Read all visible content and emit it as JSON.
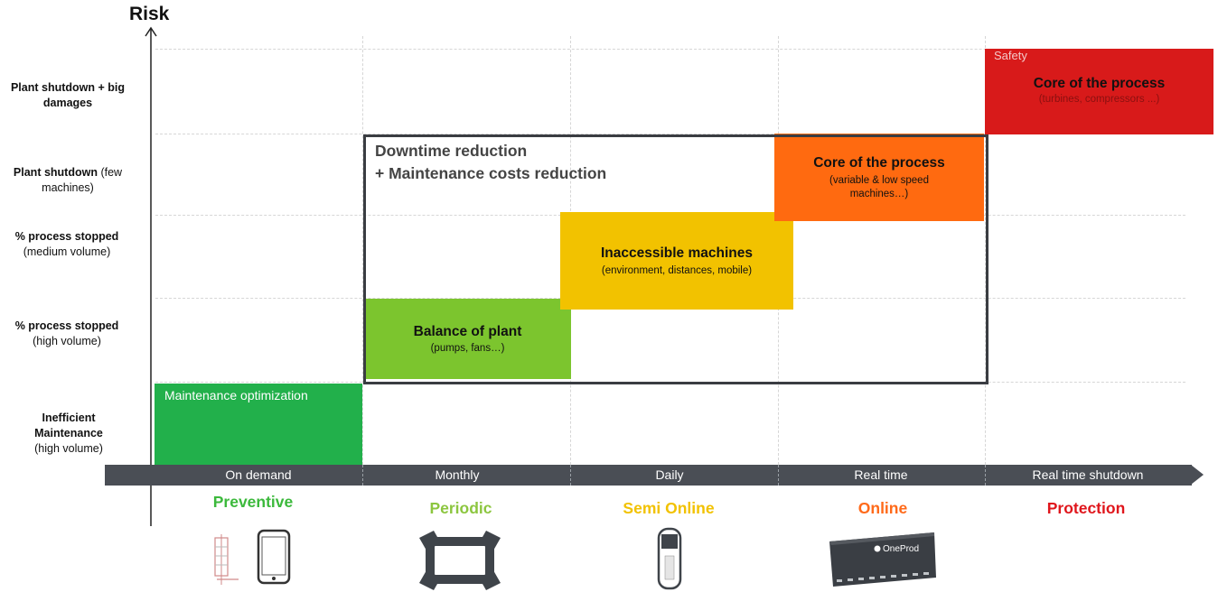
{
  "axis_title": "Risk",
  "risk_levels": [
    {
      "bold": "Plant shutdown + big damages",
      "normal": ""
    },
    {
      "bold": "Plant shutdown",
      "normal": " (few machines)"
    },
    {
      "bold": "% process stopped",
      "normal": "(medium volume)"
    },
    {
      "bold": "% process stopped",
      "normal": "(high volume)"
    },
    {
      "bold": "Inefficient Maintenance",
      "normal": "(high volume)"
    }
  ],
  "frequencies": [
    "On demand",
    "Monthly",
    "Daily",
    "Real time",
    "Real time shutdown"
  ],
  "categories": [
    {
      "label": "Preventive",
      "color": "#3cb93c"
    },
    {
      "label": "Periodic",
      "color": "#8cc63f"
    },
    {
      "label": "Semi Online",
      "color": "#f2c200"
    },
    {
      "label": "Online",
      "color": "#ff6a1a"
    },
    {
      "label": "Protection",
      "color": "#e0161c"
    }
  ],
  "blocks": {
    "maintenance": {
      "title": "Maintenance  optimization",
      "color": "#22b04b"
    },
    "balance": {
      "title": "Balance of plant",
      "sub": "(pumps, fans…)",
      "color": "#7cc52e"
    },
    "inaccessible": {
      "title": "Inaccessible machines",
      "sub": "(environment, distances, mobile)",
      "color": "#f2c200"
    },
    "core_online": {
      "title": "Core of the process",
      "sub": "(variable & low speed machines…)",
      "color": "#ff6a10"
    },
    "core_protection": {
      "tag": "Safety",
      "title": "Core of the process",
      "sub": "(turbines, compressors ...)",
      "color": "#d81a1a"
    }
  },
  "frame": {
    "line1": "Downtime reduction",
    "line2": "+ Maintenance costs reduction"
  },
  "devices": {
    "preventive": [
      "sensor-icon",
      "phone-icon"
    ],
    "periodic": "frame-device-icon",
    "semi_online": "cylinder-sensor-icon",
    "online": "oneprod-box-icon",
    "oneprod_label": "OneProd"
  }
}
